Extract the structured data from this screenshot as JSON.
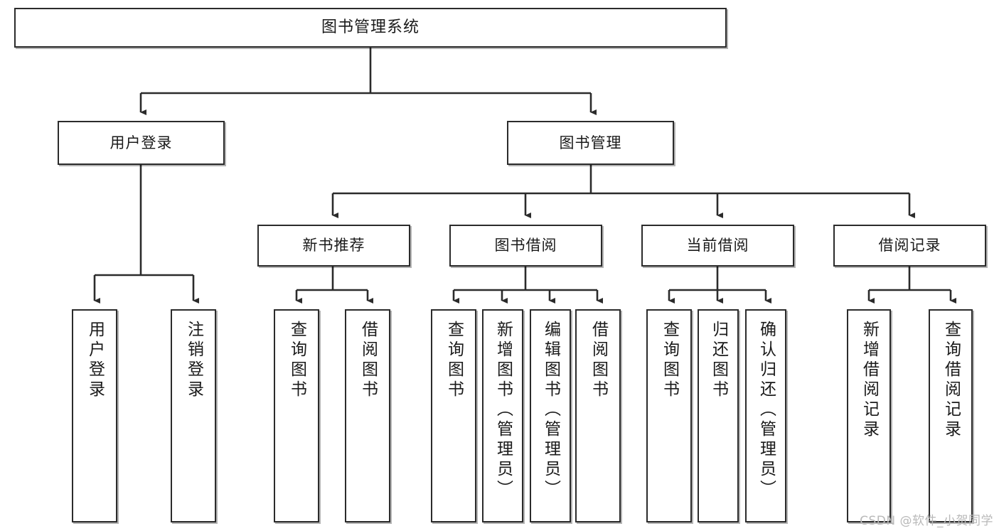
{
  "diagram": {
    "title": "图书管理系统",
    "type": "tree",
    "watermark": "CSDN @软件_小贺同学",
    "colors": {
      "border": "#2b2b2b",
      "fill": "#ffffff",
      "connector": "#2b2b2b",
      "watermark": "#b9b9b9"
    },
    "root": {
      "label": "图书管理系统"
    },
    "level2": [
      {
        "id": "user-login",
        "label": "用户登录"
      },
      {
        "id": "book-manage",
        "label": "图书管理"
      }
    ],
    "level3": [
      {
        "id": "new-book-recommend",
        "label": "新书推荐"
      },
      {
        "id": "book-borrow",
        "label": "图书借阅"
      },
      {
        "id": "current-borrow",
        "label": "当前借阅"
      },
      {
        "id": "borrow-record",
        "label": "借阅记录"
      }
    ],
    "leaves": {
      "user_login": [
        {
          "id": "leaf-user-login",
          "label": "用户登录"
        },
        {
          "id": "leaf-logout-login",
          "label": "注销登录"
        }
      ],
      "new_book_recommend": [
        {
          "id": "leaf-query-book-1",
          "label": "查询图书"
        },
        {
          "id": "leaf-borrow-book-1",
          "label": "借阅图书"
        }
      ],
      "book_borrow": [
        {
          "id": "leaf-query-book-2",
          "label": "查询图书"
        },
        {
          "id": "leaf-add-book",
          "label": "新增图书（管理员）"
        },
        {
          "id": "leaf-edit-book",
          "label": "编辑图书（管理员）"
        },
        {
          "id": "leaf-borrow-book-2",
          "label": "借阅图书"
        }
      ],
      "current_borrow": [
        {
          "id": "leaf-query-book-3",
          "label": "查询图书"
        },
        {
          "id": "leaf-return-book",
          "label": "归还图书"
        },
        {
          "id": "leaf-confirm-return",
          "label": "确认归还（管理员）"
        }
      ],
      "borrow_record": [
        {
          "id": "leaf-add-record",
          "label": "新增借阅记录"
        },
        {
          "id": "leaf-query-record",
          "label": "查询借阅记录"
        }
      ]
    }
  }
}
